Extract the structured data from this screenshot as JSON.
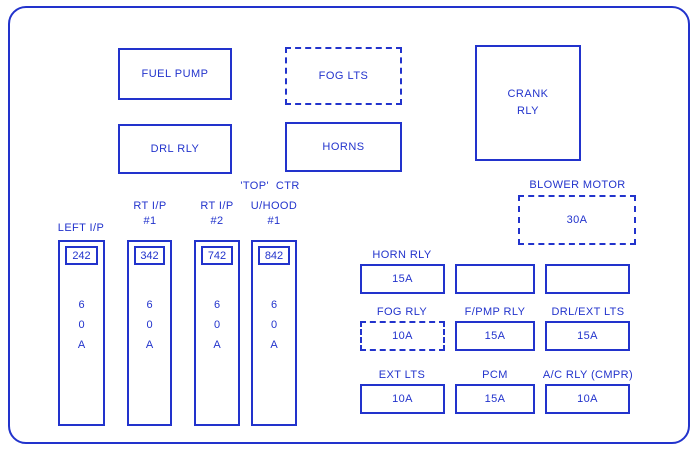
{
  "diagram": {
    "colors": {
      "line": "#2233cc",
      "bg": "#ffffff"
    },
    "relays": {
      "fuel_pump": "FUEL PUMP",
      "fog_lts": "FOG LTS",
      "crank_line1": "CRANK",
      "crank_line2": "RLY",
      "drl_rly": "DRL RLY",
      "horns": "HORNS"
    },
    "top_ctr": "'TOP'  CTR",
    "blower": {
      "label": "BLOWER MOTOR",
      "amp": "30A"
    },
    "columns": [
      {
        "name": "LEFT I/P",
        "sub": "",
        "fuse": "242",
        "amp": [
          "6",
          "0",
          "A"
        ]
      },
      {
        "name": "RT I/P",
        "sub": "#1",
        "fuse": "342",
        "amp": [
          "6",
          "0",
          "A"
        ]
      },
      {
        "name": "RT I/P",
        "sub": "#2",
        "fuse": "742",
        "amp": [
          "6",
          "0",
          "A"
        ]
      },
      {
        "name": "U/HOOD",
        "sub": "#1",
        "fuse": "842",
        "amp": [
          "6",
          "0",
          "A"
        ]
      }
    ],
    "grid": [
      {
        "label": "HORN RLY",
        "amp": "15A"
      },
      {
        "label": "",
        "amp": ""
      },
      {
        "label": "",
        "amp": ""
      },
      {
        "label": "FOG RLY",
        "amp": "10A"
      },
      {
        "label": "F/PMP RLY",
        "amp": "15A"
      },
      {
        "label": "DRL/EXT LTS",
        "amp": "15A"
      },
      {
        "label": "EXT LTS",
        "amp": "10A"
      },
      {
        "label": "PCM",
        "amp": "15A"
      },
      {
        "label": "A/C RLY (CMPR)",
        "amp": "10A"
      }
    ]
  }
}
